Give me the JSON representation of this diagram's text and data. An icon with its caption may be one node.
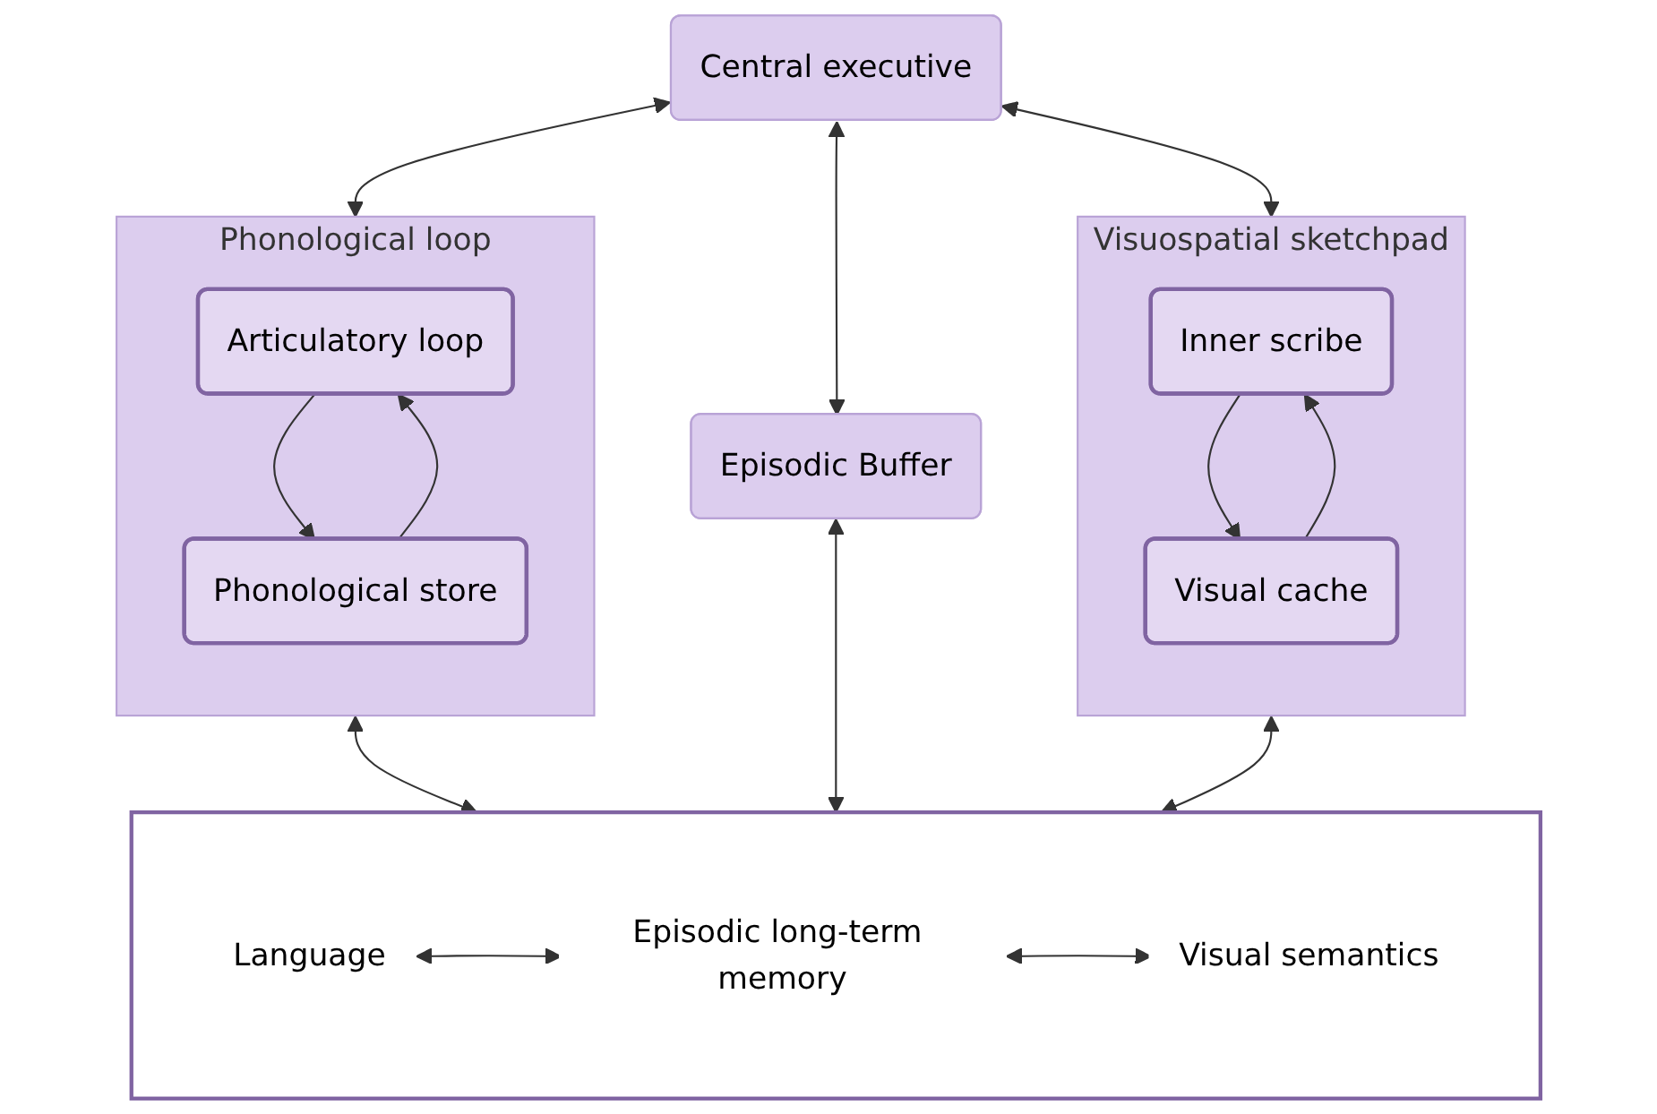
{
  "diagram": {
    "nodes": [
      {
        "text": [
          "Central executive"
        ]
      },
      {
        "text": [
          "Phonological loop"
        ]
      },
      {
        "text": [
          "Articulatory loop"
        ],
        "in": 1
      },
      {
        "text": [
          "Phonological store"
        ],
        "in": 1
      },
      {
        "text": [
          "Episodic Buffer"
        ]
      },
      {
        "text": [
          "Visuospatial sketchpad"
        ]
      },
      {
        "text": [
          "Inner scribe"
        ],
        "in": 5
      },
      {
        "text": [
          "Visual cache"
        ],
        "in": 5
      },
      {
        "text": [],
        "shape": "box"
      },
      {
        "text": [
          "Language"
        ],
        "in": 8
      },
      {
        "text": [
          "Episodic long-term memory"
        ],
        "in": 8
      },
      {
        "text": [
          "Visual semantics"
        ],
        "in": 8
      }
    ],
    "edges": [
      {
        "from": 0,
        "to": 1,
        "arrow": "both"
      },
      {
        "from": 0,
        "to": 4,
        "arrow": "both"
      },
      {
        "from": 0,
        "to": 5,
        "arrow": "both"
      },
      {
        "from": 2,
        "to": 3,
        "arrow": "to"
      },
      {
        "from": 3,
        "to": 2,
        "arrow": "to"
      },
      {
        "from": 6,
        "to": 7,
        "arrow": "to"
      },
      {
        "from": 7,
        "to": 6,
        "arrow": "to"
      },
      {
        "from": 1,
        "to": 8,
        "arrow": "both"
      },
      {
        "from": 4,
        "to": 8,
        "arrow": "both"
      },
      {
        "from": 5,
        "to": 8,
        "arrow": "both"
      },
      {
        "from": 9,
        "to": 10,
        "arrow": "both"
      },
      {
        "from": 10,
        "to": 11,
        "arrow": "both"
      }
    ]
  }
}
